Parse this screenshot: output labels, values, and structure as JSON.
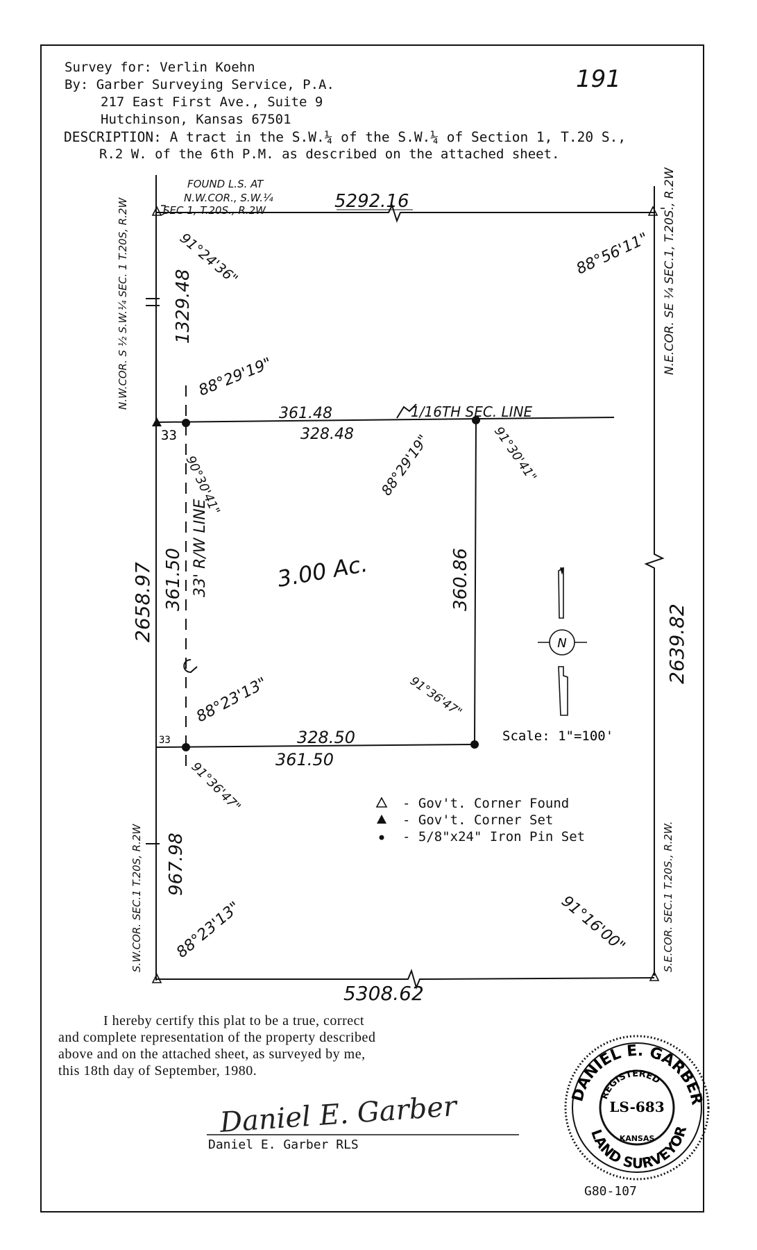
{
  "header": {
    "survey_for": "Survey for: Verlin Koehn",
    "by": "By: Garber Surveying Service, P.A.",
    "address1": "217 East First Ave., Suite 9",
    "address2": "Hutchinson, Kansas  67501",
    "description1": "DESCRIPTION:  A tract in the S.W.¼ of the S.W.¼ of Section 1, T.20 S.,",
    "description2": "R.2 W. of the 6th P.M. as described on the attached sheet.",
    "page_number": "191"
  },
  "plat": {
    "found_note_1": "FOUND L.S. AT",
    "found_note_2": "N.W.COR., S.W.¼",
    "found_note_3": "SEC 1, T.20S., R.2W",
    "top_distance": "5292.16",
    "ne_angle": "88°56'11\"",
    "ne_corner": "N.E.COR. SE ¼ SEC.1, T.20S., R.2W",
    "nw_angle_upper": "91°24'36\"",
    "nw_distance": "1329.48",
    "nw_corner": "N.W.COR. S ½ S.W.¼ SEC. 1 T.20S, R.2W",
    "tract_nw_angle": "88°29'19\"",
    "line_361_48": "361.48",
    "sixteenth_line": "1/16TH SEC. LINE",
    "line_328_48": "328.48",
    "tract_ne_angle": "88°29'19\"",
    "east_angle": "91°30'41\"",
    "rw_angle": "90°30'41\"",
    "rw_line": "33' R/W LINE",
    "line_361_50": "361.50",
    "area": "3.00 Ac.",
    "east_side": "360.86",
    "west_distance": "2658.97",
    "east_distance": "2639.82",
    "tract_sw_angle": "88°23'13\"",
    "tract_se_angle": "91°36'47\"",
    "line_328_50": "328.50",
    "line_361_50_bottom": "361.50",
    "offset_33_top": "33",
    "offset_33_bottom": "33",
    "sw_angle_lower": "91°36'47\"",
    "sw_distance": "967.98",
    "sw_corner": "S.W.COR. SEC.1 T.20S, R.2W",
    "sw_angle": "88°23'13\"",
    "se_angle": "91°16'00\"",
    "se_corner": "S.E.COR. SEC.1 T.20S., R.2W.",
    "bottom_distance": "5308.62",
    "north_symbol": "N",
    "scale": "Scale: 1\"=100'"
  },
  "legend": {
    "found": "- Gov't. Corner Found",
    "set": "- Gov't. Corner Set",
    "pin": "- 5/8\"x24\" Iron Pin Set"
  },
  "certification": {
    "line1": "I hereby certify this plat to be a true, correct",
    "line2": "and complete representation of the property described",
    "line3": "above and on the attached sheet, as surveyed by me,",
    "line4": "this 18th day of September, 1980.",
    "signature_name": "Daniel E. Garber",
    "signer": "Daniel E. Garber  RLS"
  },
  "seal": {
    "name": "DANIEL E. GARBER",
    "registered": "REGISTERED",
    "number": "LS-683",
    "state": "KANSAS",
    "title": "LAND SURVEYOR"
  },
  "footer": {
    "job_number": "G80-107"
  }
}
